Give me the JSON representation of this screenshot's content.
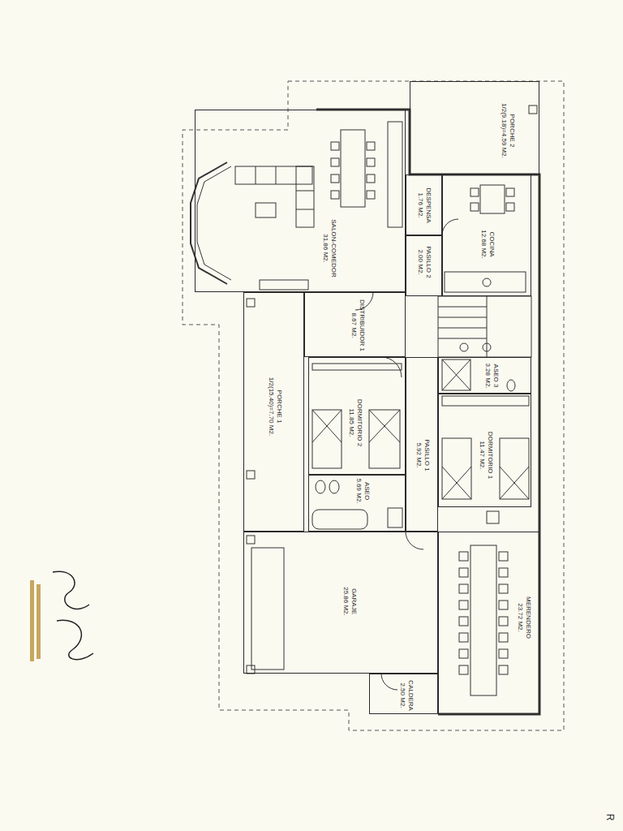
{
  "diagram": {
    "nodes": [
      {
        "text": [
          "PORCHE 2",
          "1/2(9.18)=4.59 M2."
        ]
      },
      {
        "text": [
          "SALON-COMEDOR",
          "31.86 M2."
        ]
      },
      {
        "text": [
          "DESPENSA",
          "1.76 M2."
        ]
      },
      {
        "text": [
          "COCINA",
          "12.68 M2."
        ]
      },
      {
        "text": [
          "PASILLO 2",
          "2.00 M2."
        ]
      },
      {
        "text": [
          "DISTRIBUIDOR 1",
          "8.67 M2."
        ]
      },
      {
        "text": [
          "PORCHE 1",
          "1/2(15.40)=7.70 M2."
        ]
      },
      {
        "text": [
          "ASEO 3",
          "3.28 M2."
        ]
      },
      {
        "text": [
          "DORMITORIO 2",
          "11.85 M2."
        ]
      },
      {
        "text": [
          "PASILLO 1",
          "5.92 M2."
        ]
      },
      {
        "text": [
          "DORMITORIO 1",
          "11.47 M2."
        ]
      },
      {
        "text": [
          "ASEO",
          "5.69 M2."
        ]
      },
      {
        "text": [
          "GARAJE",
          "25.86 M2."
        ]
      },
      {
        "text": [
          "MERENDERO",
          "23.72 M2."
        ]
      },
      {
        "text": [
          "CALDERA",
          "2.50 M2."
        ]
      }
    ],
    "edges": [],
    "labels": [
      "R"
    ]
  }
}
